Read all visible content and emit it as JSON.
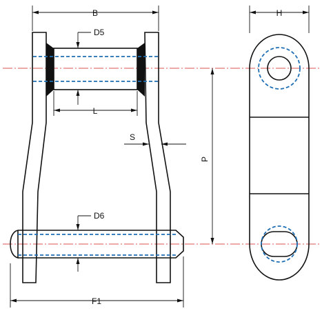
{
  "labels": {
    "b": "B",
    "h": "H",
    "d5": "D5",
    "l": "L",
    "s": "S",
    "p": "P",
    "d6": "D6",
    "f1": "F1"
  },
  "colors": {
    "outline": "#111111",
    "hidden_line": "#1f6fb5",
    "center_line": "#d9534f",
    "fill_dark": "#111111"
  }
}
